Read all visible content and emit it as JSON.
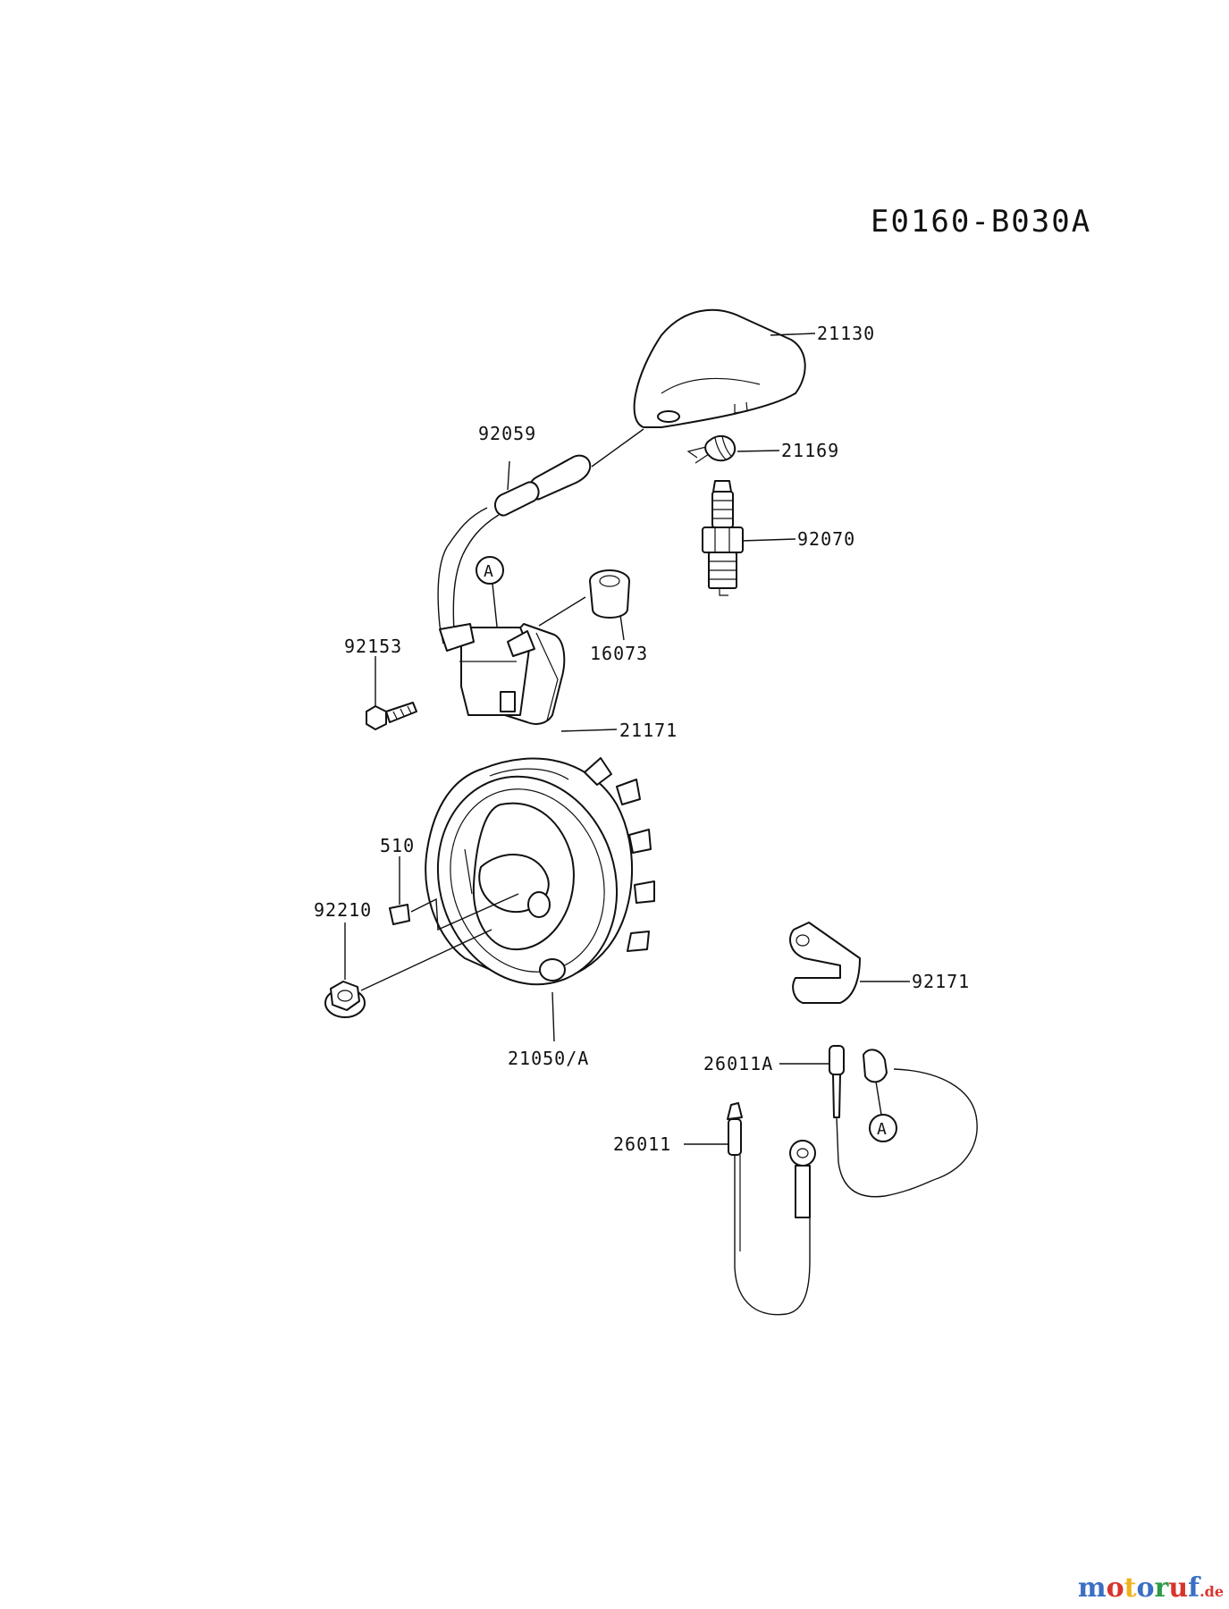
{
  "diagram_code": "E0160-B030A",
  "parts": {
    "p21130": "21130",
    "p21169": "21169",
    "p92059": "92059",
    "p92070": "92070",
    "p92153": "92153",
    "p16073": "16073",
    "p21171": "21171",
    "p510": "510",
    "p92210": "92210",
    "p92171": "92171",
    "p21050A": "21050/A",
    "p26011A": "26011A",
    "p26011": "26011"
  },
  "callout_a": "A",
  "watermark": {
    "brand": "motoruf",
    "suffix": ".de",
    "colors": [
      "#3a6fc4",
      "#d8342c",
      "#f0b21c",
      "#3a6fc4",
      "#2f9a48",
      "#d8342c",
      "#3a6fc4"
    ]
  }
}
